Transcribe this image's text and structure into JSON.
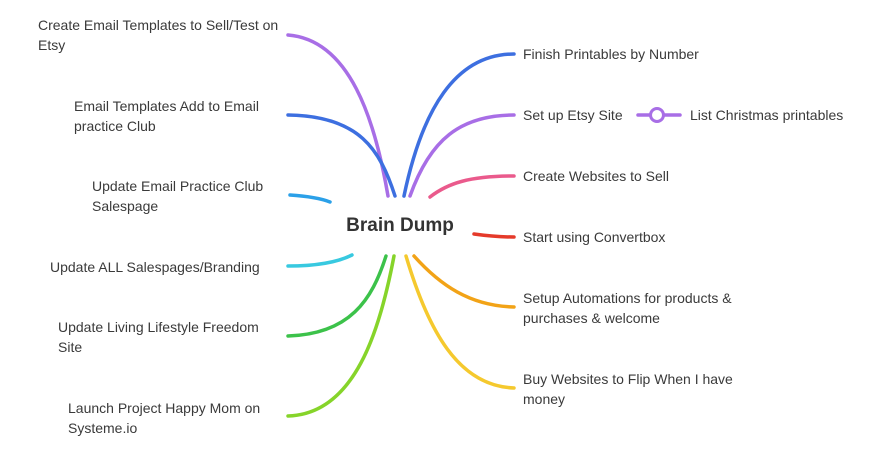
{
  "center": {
    "label": "Brain Dump"
  },
  "left_branches": [
    {
      "label": "Create Email Templates to Sell/Test on Etsy",
      "color": "#a86ee6"
    },
    {
      "label": "Email Templates Add to Email practice Club",
      "color": "#3d6fe0"
    },
    {
      "label": "Update Email Practice Club Salespage",
      "color": "#2ba0e8"
    },
    {
      "label": "Update ALL Salespages/Branding",
      "color": "#38c9e0"
    },
    {
      "label": "Update Living Lifestyle Freedom Site",
      "color": "#3cc24a"
    },
    {
      "label": "Launch Project Happy Mom on Systeme.io",
      "color": "#86d42a"
    }
  ],
  "right_branches": [
    {
      "label": "Finish Printables by Number",
      "color": "#3d6fe0"
    },
    {
      "label": "Set up Etsy Site",
      "color": "#a86ee6",
      "child": "List Christmas printables"
    },
    {
      "label": "Create Websites to Sell",
      "color": "#ea5a8c"
    },
    {
      "label": "Start using Convertbox",
      "color": "#e53a2a"
    },
    {
      "label": "Setup Automations for products & purchases & welcome",
      "color": "#f2a317"
    },
    {
      "label": "Buy Websites to Flip When I have money",
      "color": "#f5c92e"
    }
  ]
}
